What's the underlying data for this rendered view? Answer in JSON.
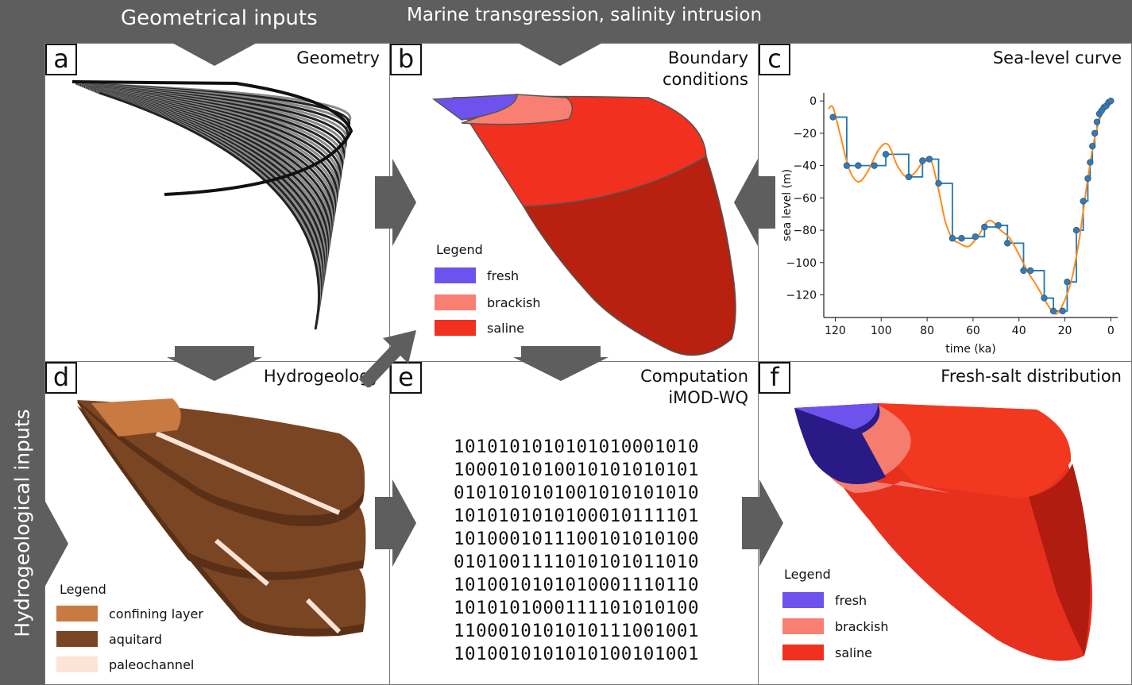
{
  "headers": {
    "geometrical": "Geometrical inputs",
    "marine": "Marine transgression, salinity intrusion",
    "hydrogeological": "Hydrogeological inputs"
  },
  "colors": {
    "background": "#5e5e5e",
    "fresh": "#6e52ee",
    "brackish": "#f87f72",
    "saline": "#f1301f",
    "saline_dark": "#b8200f",
    "confining_layer": "#c97a40",
    "aquitard": "#7a4523",
    "paleochannel": "#fde4d6",
    "step_curve": "#1f77b4",
    "smooth_curve": "#ff8c1a"
  },
  "panels": {
    "a": {
      "letter": "a",
      "title": "Geometry"
    },
    "b": {
      "letter": "b",
      "title": "Boundary\nconditions",
      "legend": {
        "title": "Legend",
        "items": [
          {
            "label": "fresh",
            "color": "#6e52ee"
          },
          {
            "label": "brackish",
            "color": "#f87f72"
          },
          {
            "label": "saline",
            "color": "#f1301f"
          }
        ]
      }
    },
    "c": {
      "letter": "c",
      "title": "Sea-level curve"
    },
    "d": {
      "letter": "d",
      "title": "Hydrogeology",
      "legend": {
        "title": "Legend",
        "items": [
          {
            "label": "confining layer",
            "color": "#c97a40"
          },
          {
            "label": "aquitard",
            "color": "#7a4523"
          },
          {
            "label": "paleochannel",
            "color": "#fde4d6"
          }
        ]
      }
    },
    "e": {
      "letter": "e",
      "title": "Computation\niMOD-WQ",
      "binary": [
        "1010101010101010001010",
        "1000101010010101010101",
        "0101010101001010101010",
        "1010101010100010111101",
        "1010001011100101010100",
        "0101001111010101011010",
        "1010010101010001110110",
        "1010101000111101010100",
        "1100010101010111001001",
        "1010010101010100101001"
      ]
    },
    "f": {
      "letter": "f",
      "title": "Fresh-salt distribution",
      "legend": {
        "title": "Legend",
        "items": [
          {
            "label": "fresh",
            "color": "#6e52ee"
          },
          {
            "label": "brackish",
            "color": "#f87f72"
          },
          {
            "label": "saline",
            "color": "#f1301f"
          }
        ]
      }
    }
  },
  "chart_data": {
    "type": "line",
    "title": "",
    "xlabel": "time (ka)",
    "ylabel": "sea level (m)",
    "xlim": [
      125,
      -3
    ],
    "ylim": [
      -134,
      5
    ],
    "xticks": [
      120,
      100,
      80,
      60,
      40,
      20,
      0
    ],
    "yticks": [
      0,
      -20,
      -40,
      -60,
      -80,
      -100,
      -120
    ],
    "grid": false,
    "series": [
      {
        "style": "step-with-markers",
        "x": [
          121,
          115,
          110,
          103,
          98,
          88,
          82,
          79,
          75,
          69,
          65,
          59,
          55,
          49,
          45,
          38,
          35,
          29,
          25,
          21,
          19,
          15,
          12,
          10,
          9,
          8,
          7,
          6,
          5,
          4,
          3,
          2,
          1,
          0
        ],
        "values": [
          -10,
          -40,
          -40,
          -40,
          -33,
          -47,
          -37,
          -36,
          -51,
          -85,
          -85,
          -84,
          -78,
          -77,
          -88,
          -105,
          -105,
          -122,
          -130,
          -130,
          -112,
          -80,
          -62,
          -48,
          -38,
          -28,
          -20,
          -13,
          -8,
          -6,
          -4,
          -3,
          -1,
          0
        ]
      },
      {
        "style": "smooth",
        "x": [
          123,
          121,
          118,
          114,
          110,
          106,
          101,
          97,
          93,
          89,
          85,
          81,
          78,
          75,
          72,
          69,
          66,
          62,
          58,
          53,
          48,
          44,
          40,
          36,
          32,
          28,
          25,
          23,
          20,
          17,
          14,
          11,
          8,
          5,
          2,
          0
        ],
        "values": [
          -5,
          -4,
          -20,
          -42,
          -50,
          -44,
          -30,
          -27,
          -40,
          -47,
          -44,
          -36,
          -38,
          -55,
          -75,
          -85,
          -88,
          -90,
          -84,
          -74,
          -80,
          -85,
          -95,
          -106,
          -115,
          -125,
          -131,
          -131,
          -123,
          -110,
          -88,
          -58,
          -30,
          -12,
          -3,
          0
        ]
      }
    ]
  }
}
